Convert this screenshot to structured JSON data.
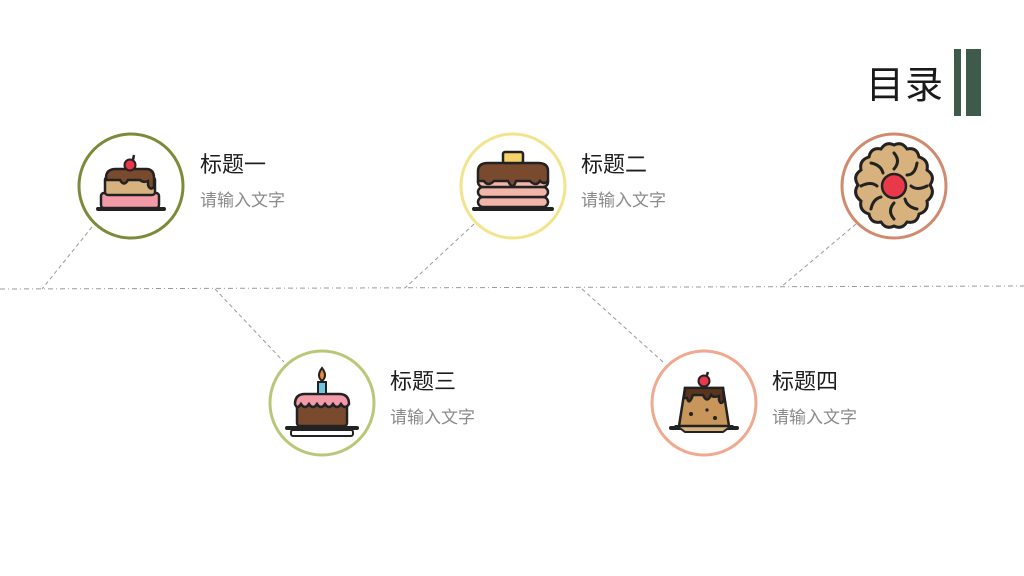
{
  "page": {
    "title": "目录",
    "accent": "#3e5a4a"
  },
  "items": [
    {
      "title": "标题一",
      "subtitle": "请输入文字",
      "icon": "layer-cake-icon",
      "ring_color": "#7d8a3a"
    },
    {
      "title": "标题二",
      "subtitle": "请输入文字",
      "icon": "pancake-stack-icon",
      "ring_color": "#f2e48c"
    },
    {
      "title": "标题三",
      "subtitle": "请输入文字",
      "icon": "birthday-cake-icon",
      "ring_color": "#b9c779"
    },
    {
      "title": "标题四",
      "subtitle": "请输入文字",
      "icon": "pudding-icon",
      "ring_color": "#f0a88e"
    }
  ],
  "extra_icon": {
    "icon": "cookie-icon",
    "ring_color": "#d08a6e"
  }
}
